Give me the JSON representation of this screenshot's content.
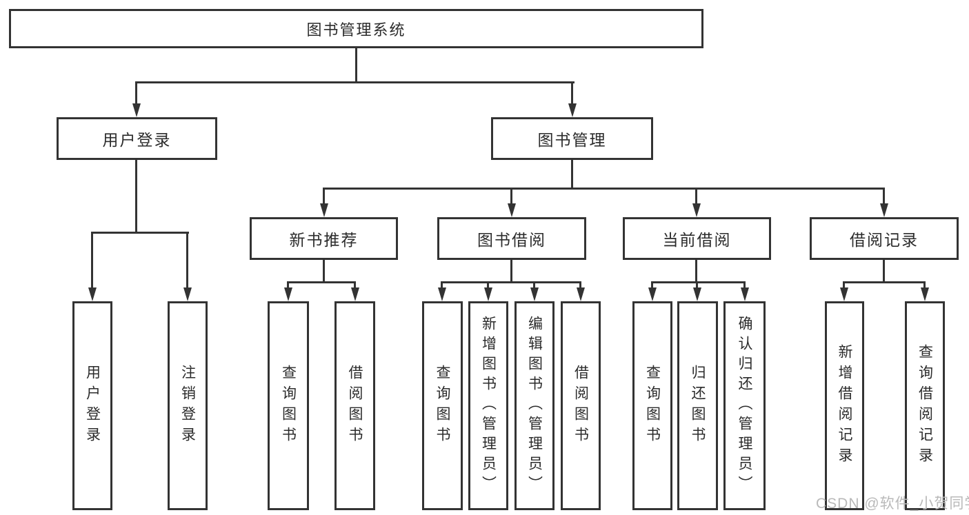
{
  "tree": {
    "root": "图书管理系统",
    "children": [
      {
        "label": "用户登录",
        "children": [
          {
            "label": "用户登录"
          },
          {
            "label": "注销登录"
          }
        ]
      },
      {
        "label": "图书管理",
        "children": [
          {
            "label": "新书推荐",
            "children": [
              {
                "label": "查询图书"
              },
              {
                "label": "借阅图书"
              }
            ]
          },
          {
            "label": "图书借阅",
            "children": [
              {
                "label": "查询图书"
              },
              {
                "label": "新增图书（管理员）"
              },
              {
                "label": "编辑图书（管理员）"
              },
              {
                "label": "借阅图书"
              }
            ]
          },
          {
            "label": "当前借阅",
            "children": [
              {
                "label": "查询图书"
              },
              {
                "label": "归还图书"
              },
              {
                "label": "确认归还（管理员）"
              }
            ]
          },
          {
            "label": "借阅记录",
            "children": [
              {
                "label": "新增借阅记录"
              },
              {
                "label": "查询借阅记录"
              }
            ]
          }
        ]
      }
    ]
  },
  "watermark": {
    "text": "CSDN @软件_小贺同学"
  },
  "colors": {
    "box_border": "#333333",
    "connector": "#333333",
    "text": "#2b2b2b",
    "watermark": "#b9b9b9",
    "background": "#ffffff"
  }
}
